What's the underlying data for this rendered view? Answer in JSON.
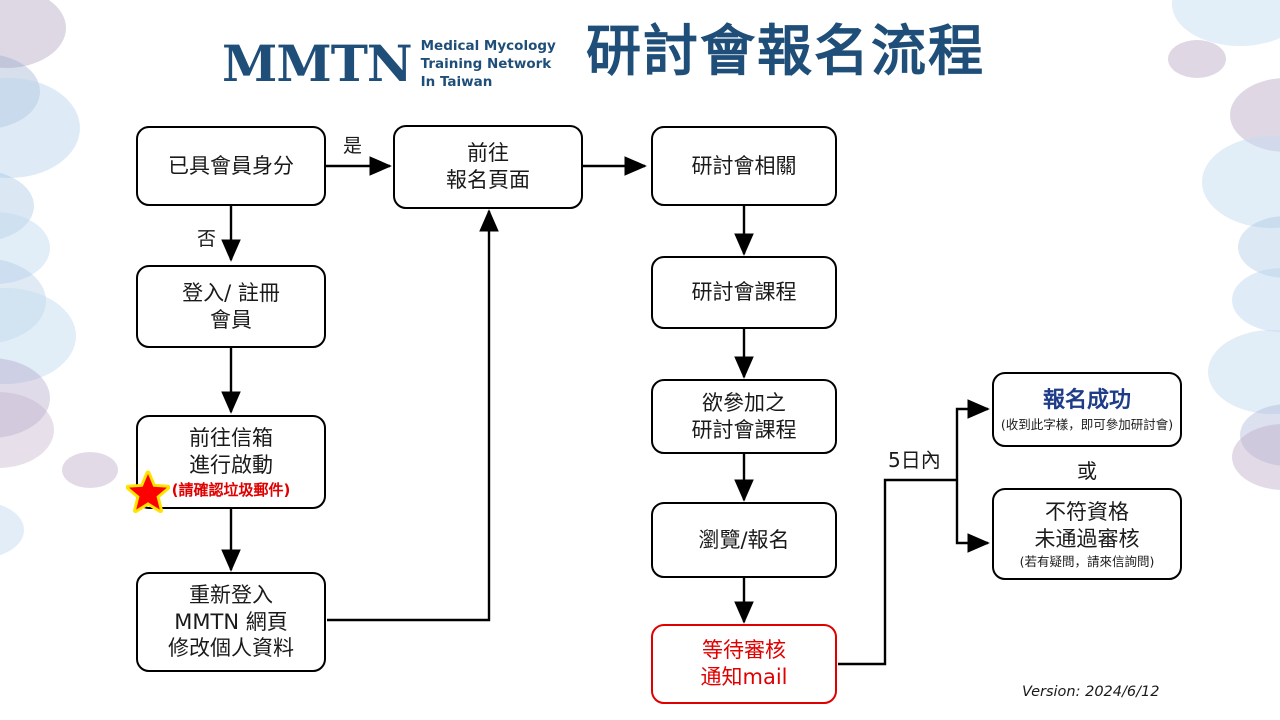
{
  "header": {
    "logo_mark": "MMTN",
    "logo_sub_line1": "Medical Mycology",
    "logo_sub_line2": "Training Network",
    "logo_sub_line3": "In Taiwan",
    "title": "研討會報名流程",
    "brand_color": "#1F4E79"
  },
  "footer": {
    "version": "Version: 2024/6/12"
  },
  "colors": {
    "box_border": "#000000",
    "alert_red": "#E00000",
    "success_navy": "#1F3C88",
    "star_fill": "#FF0000",
    "star_glow": "#FFE400"
  },
  "nodes": {
    "member_check": {
      "line1": "已具會員身分"
    },
    "register": {
      "line1": "登入/ 註冊",
      "line2": "會員"
    },
    "activate_mail": {
      "line1": "前往信箱",
      "line2": "進行啟動",
      "note": "(請確認垃圾郵件)"
    },
    "relogin": {
      "line1": "重新登入",
      "line2": "MMTN 網頁",
      "line3": "修改個人資料"
    },
    "go_signup_page": {
      "line1": "前往",
      "line2": "報名頁面"
    },
    "seminar_info": {
      "line1": "研討會相關"
    },
    "seminar_course": {
      "line1": "研討會課程"
    },
    "desired_course": {
      "line1": "欲參加之",
      "line2": "研討會課程"
    },
    "browse_signup": {
      "line1": "瀏覽/報名"
    },
    "await_review": {
      "line1": "等待審核",
      "line2": "通知mail"
    },
    "success": {
      "line1": "報名成功",
      "note": "(收到此字樣，即可參加研討會)"
    },
    "rejected": {
      "line1": "不符資格",
      "line2": "未通過審核",
      "note": "(若有疑問，請來信詢問)"
    }
  },
  "edge_labels": {
    "yes": "是",
    "no": "否",
    "within_five_days": "5日內",
    "or": "或"
  }
}
